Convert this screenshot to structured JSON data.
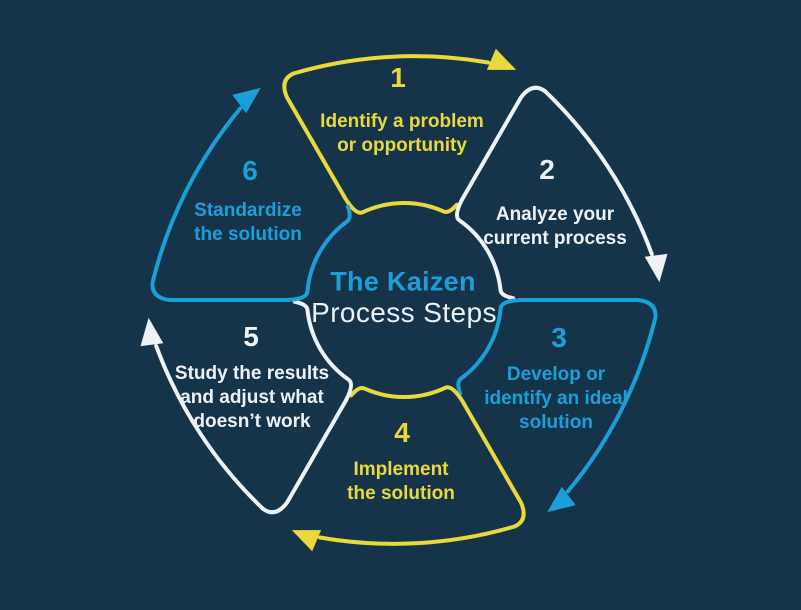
{
  "diagram": {
    "title": {
      "line1": "The Kaizen",
      "line2": "Process Steps"
    },
    "colors": {
      "background": "#163449",
      "yellow": "#e9d83e",
      "white": "#eef2f4",
      "blue": "#1b9fd9"
    },
    "steps": [
      {
        "number": "1",
        "label": "Identify a problem\nor opportunity",
        "color": "yellow"
      },
      {
        "number": "2",
        "label": "Analyze your\ncurrent process",
        "color": "white"
      },
      {
        "number": "3",
        "label": "Develop or\nidentify an ideal\nsolution",
        "color": "blue"
      },
      {
        "number": "4",
        "label": "Implement\nthe solution",
        "color": "yellow"
      },
      {
        "number": "5",
        "label": "Study the results\nand adjust what\ndoesn’t work",
        "color": "white"
      },
      {
        "number": "6",
        "label": "Standardize\nthe solution",
        "color": "blue"
      }
    ]
  }
}
